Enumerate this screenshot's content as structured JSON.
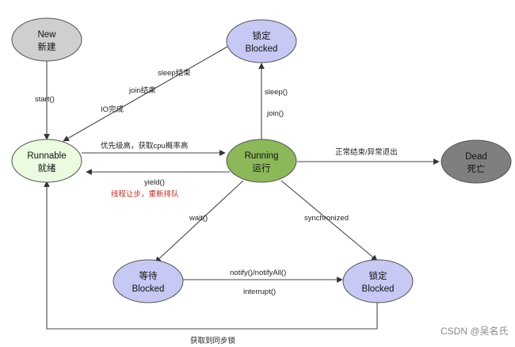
{
  "states": {
    "new": {
      "line1": "New",
      "line2": "新建",
      "fill": "#cfcfcf"
    },
    "runnable": {
      "line1": "Runnable",
      "line2": "就绪",
      "fill": "#eafbe0"
    },
    "running": {
      "line1": "Running",
      "line2": "运行",
      "fill": "#8db85a"
    },
    "dead": {
      "line1": "Dead",
      "line2": "死亡",
      "fill": "#7f7f7f"
    },
    "blocked_top": {
      "line1": "锁定",
      "line2": "Blocked",
      "fill": "#c8c8f4"
    },
    "waiting": {
      "line1": "等待",
      "line2": "Blocked",
      "fill": "#c8c8f4"
    },
    "blocked_right": {
      "line1": "锁定",
      "line2": "Blocked",
      "fill": "#c8c8f4"
    }
  },
  "transitions": {
    "start": "start()",
    "sleep_end": "sleep结束",
    "join_end": "join结束",
    "io_done": "IO完成",
    "sleep": "sleep()",
    "join": "join()",
    "priority": "优先级高，获取cpu概率高",
    "normal_exit": "正常结束/异常退出",
    "yield": "yield()",
    "yield_note": "线程让步，重新排队",
    "wait": "wait()",
    "synchronized": "synchronized",
    "notify": "notify()/notifyAll()",
    "interrupt": "interrupt()",
    "acquire_lock": "获取到同步锁"
  },
  "watermark": "CSDN @吴名氏",
  "colors": {
    "stroke": "#444444",
    "red_text": "#b5322b"
  }
}
